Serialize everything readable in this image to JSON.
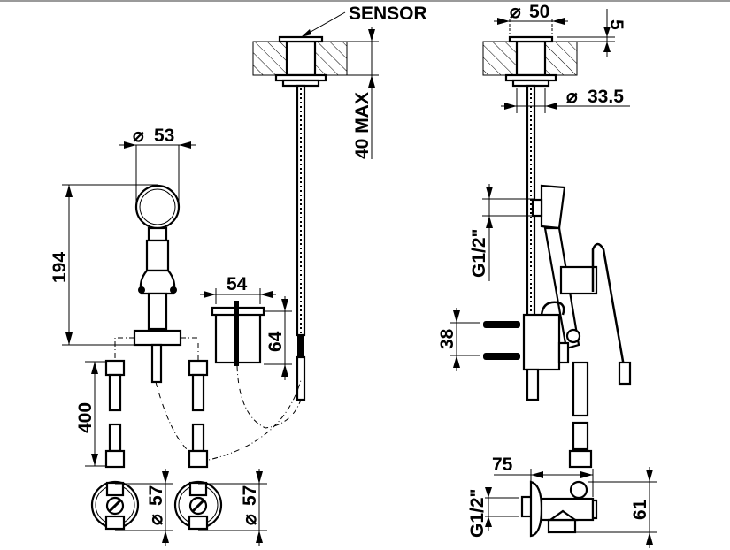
{
  "drawing": {
    "title": "Sensor tap installation dimensions",
    "labels": {
      "sensor": "SENSOR",
      "dia_sensor": "50",
      "flange_thickness": "5",
      "max_thickness": "40 MAX",
      "dia_shank": "33.5",
      "dia_handshower": "53",
      "height_handshower": "194",
      "box_width": "54",
      "box_height": "64",
      "hose_length": "400",
      "dia_valve_left": "57",
      "dia_valve_right": "57",
      "thread_upper": "G1/2\"",
      "bracket_spacing": "38",
      "valve_depth": "75",
      "thread_lower": "G1/2\"",
      "valve_height": "61"
    },
    "diameter_symbol": "⌀",
    "colors": {
      "line": "#000000",
      "background": "#ffffff",
      "frame": "#9a9a9a"
    }
  }
}
